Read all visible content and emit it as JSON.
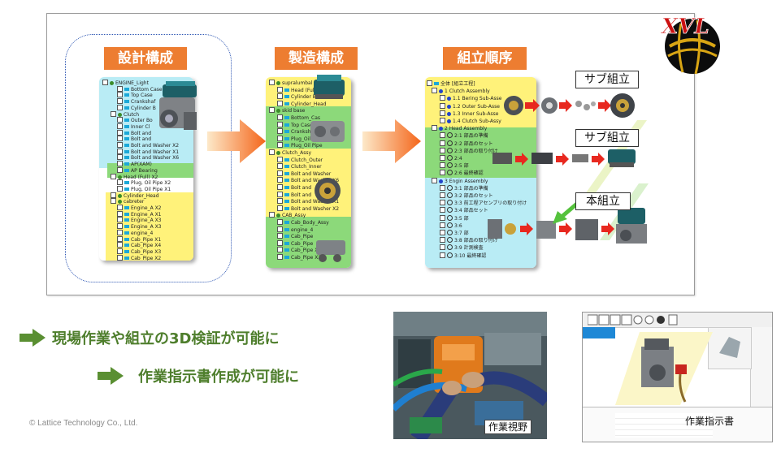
{
  "logo": {
    "text": "XVL"
  },
  "headers": {
    "design": "設計構成",
    "manufacturing": "製造構成",
    "assembly": "組立順序"
  },
  "design_tree": [
    "ENGINE_Light",
    "Bottom Case",
    "Top Case",
    "Crankshaf",
    "Cylinder B",
    "Clutch",
    "Outer Bo",
    "Inner Cl",
    "Bolt and",
    "Bolt and",
    "Bolt and Washer X2",
    "Bolt and Washer X1",
    "Bolt and Washer X6",
    "AP(XAM)",
    "AP Bearing",
    "Head (Full) X2",
    "Plug, Oil Pipe X2",
    "Plug, Oil Pipe X1",
    "Cylinder_Head",
    "cabreter",
    "Engine_A X2",
    "Engine_A X1",
    "Engine_A X3",
    "Engine_A X3",
    "engine_4",
    "Cab_Pipe X1",
    "Cab_Pipe X4",
    "Cab_Pipe X3",
    "Cab_Pipe X2"
  ],
  "mfg_tree": [
    "supralumbal",
    "Head (Full)",
    "Cylinder Bas",
    "Cylinder_Head",
    "skid base",
    "Bottom_Cas",
    "Top Case",
    "Cranksh",
    "Plug_Oil",
    "Plug_Oil Pipe",
    "Clutch_Assy",
    "Clutch_Outer",
    "Clutch_Inner",
    "Bolt and Washer",
    "Bolt and Washer X6",
    "Bolt and",
    "Bolt and",
    "Bolt and Washer X1",
    "Bolt and Washer X2",
    "CAB_Assy",
    "Cab_Body_Assy",
    "engine_4",
    "Cab_Pipe",
    "Cab_Pipe",
    "Cab_Pipe X3",
    "Cab_Pipe X2"
  ],
  "assembly_tree": [
    "全体 [組立工程]",
    "1 Clutch Assembly",
    "1.1 Bering Sub-Asse",
    "1.2 Outer Sub-Asse",
    "1.3 Inner Sub-Asse",
    "1.4 Clutch Sub-Assy",
    "2 Head Assembly",
    "2:1 部品の準備",
    "2:2 部品のセット",
    "2:3 部品の取り付け",
    "2:4",
    "2:5 部",
    "2:6 最終確認",
    "3 Engin Assembly",
    "3:1 部品の準備",
    "3:2 部品のセット",
    "3:3 前工程アセンブリの取り付け",
    "3:4 部品セット",
    "3:5 部",
    "3:6",
    "3:7 部",
    "3:8 部品の取り付け",
    "3:9 計測検査",
    "3:10 最終確認"
  ],
  "tags": {
    "sub1": "サブ組立",
    "sub2": "サブ組立",
    "main": "本組立"
  },
  "bullets": {
    "line1": "現場作業や組立の3D検証が可能に",
    "line2": "作業指示書作成が可能に"
  },
  "captions": {
    "photo": "作業視野",
    "screen": "作業指示書"
  },
  "copyright": "© Lattice Technology Co., Ltd.",
  "colors": {
    "header_orange": "#ed7d31",
    "panel_yellow": "#fff27a",
    "panel_green": "#8cd97a",
    "panel_cyan": "#b9ecf5",
    "bullet_green": "#4e7e2c",
    "arrow_red": "#e8281f"
  }
}
